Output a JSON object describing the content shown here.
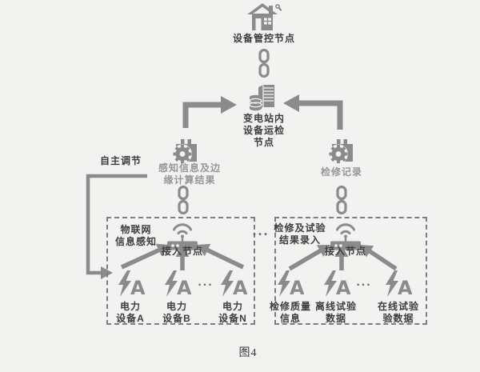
{
  "caption": "图4",
  "colors": {
    "background": "#f2f2f0",
    "icon_gray": "#8b8b8b",
    "text_dark": "#3d3d3d",
    "text_gray": "#979797",
    "dashed_border": "#7e7e7e"
  },
  "nodes": {
    "management": {
      "label": "设备管控节点",
      "icon": "house-gear-icon"
    },
    "substation": {
      "label": "变电站内\n设备运检\n节点",
      "icon": "server-database-icon"
    },
    "perception": {
      "label": "感知信息及边\n缘计算结果",
      "icon": "plant-gear-icon"
    },
    "maintenance_record": {
      "label": "检修记录",
      "icon": "plant-gear-icon"
    },
    "self_regulation": {
      "label": "自主调节"
    }
  },
  "links": {
    "icon": "chain-link-icon",
    "count": 3
  },
  "left_box": {
    "title": "物联网\n信息感知",
    "access_node": {
      "label": "接入节点",
      "icon": "wifi-router-icon"
    },
    "ellipsis": "...",
    "devices": [
      {
        "label": "电力\n设备A",
        "icon": "power-device-icon"
      },
      {
        "label": "电力\n设备B",
        "icon": "power-device-icon"
      },
      {
        "label": "电力\n设备N",
        "icon": "power-device-icon"
      }
    ]
  },
  "right_box": {
    "title": "检修及试验\n结果录入",
    "access_node": {
      "label": "接入节点",
      "icon": "wifi-router-icon"
    },
    "ellipsis": "...",
    "devices": [
      {
        "label": "检修质量\n信息",
        "icon": "power-device-icon"
      },
      {
        "label": "离线试验\n数据",
        "icon": "power-device-icon"
      },
      {
        "label": "在线试验\n验数据",
        "icon": "power-device-icon"
      }
    ]
  },
  "between_boxes_ellipsis": "..."
}
